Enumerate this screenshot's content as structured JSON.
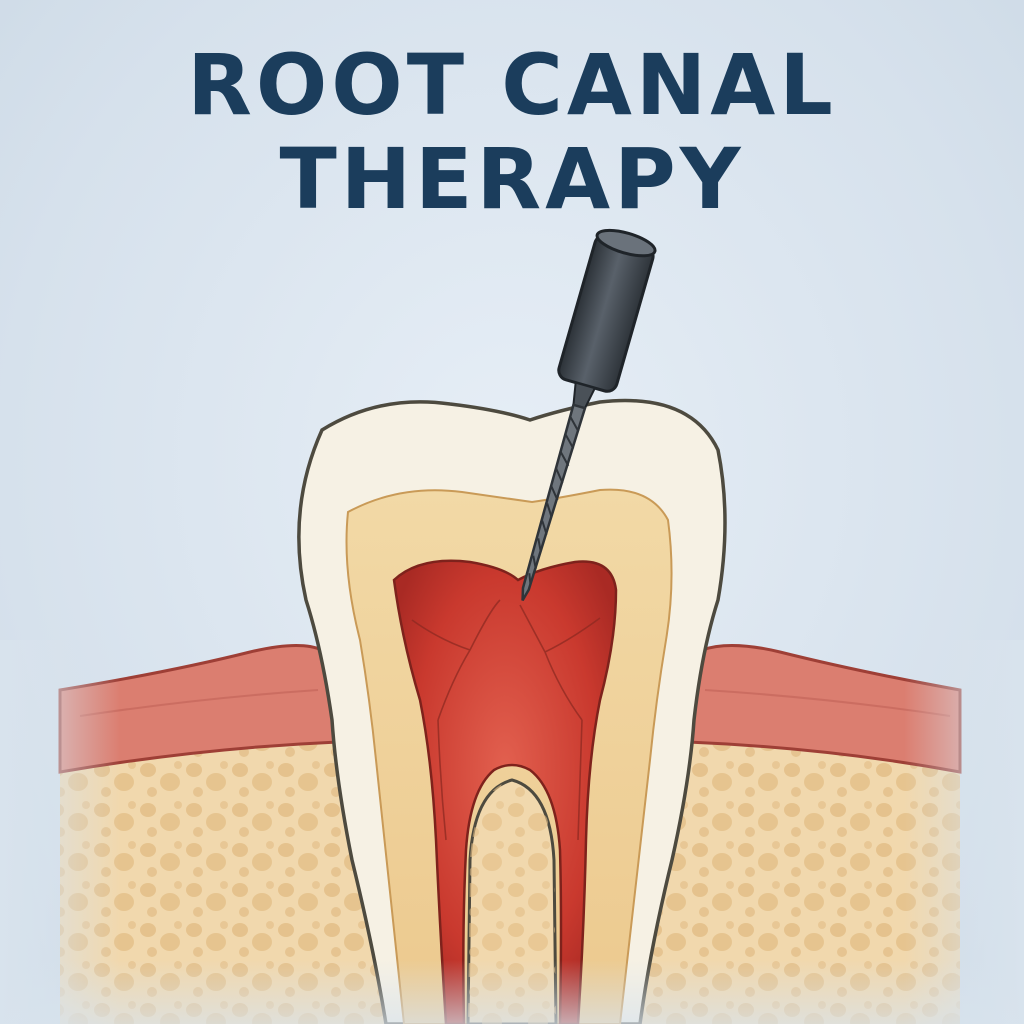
{
  "title": {
    "line1": "ROOT CANAL",
    "line2": "THERAPY"
  },
  "colors": {
    "background": "#dbe5ef",
    "title": "#1b3d5c",
    "enamel": "#f6f1e4",
    "dentin": "#eed19a",
    "pulp": "#c9392e",
    "gum": "#d9786c",
    "bone": "#f1d8ad",
    "bone_pores": "#e0bb82",
    "instrument_handle": "#3c434b",
    "instrument_file": "#6f767d"
  },
  "icons": [
    "tooth-crown",
    "dental-file-instrument",
    "gum-tissue",
    "jaw-bone"
  ]
}
